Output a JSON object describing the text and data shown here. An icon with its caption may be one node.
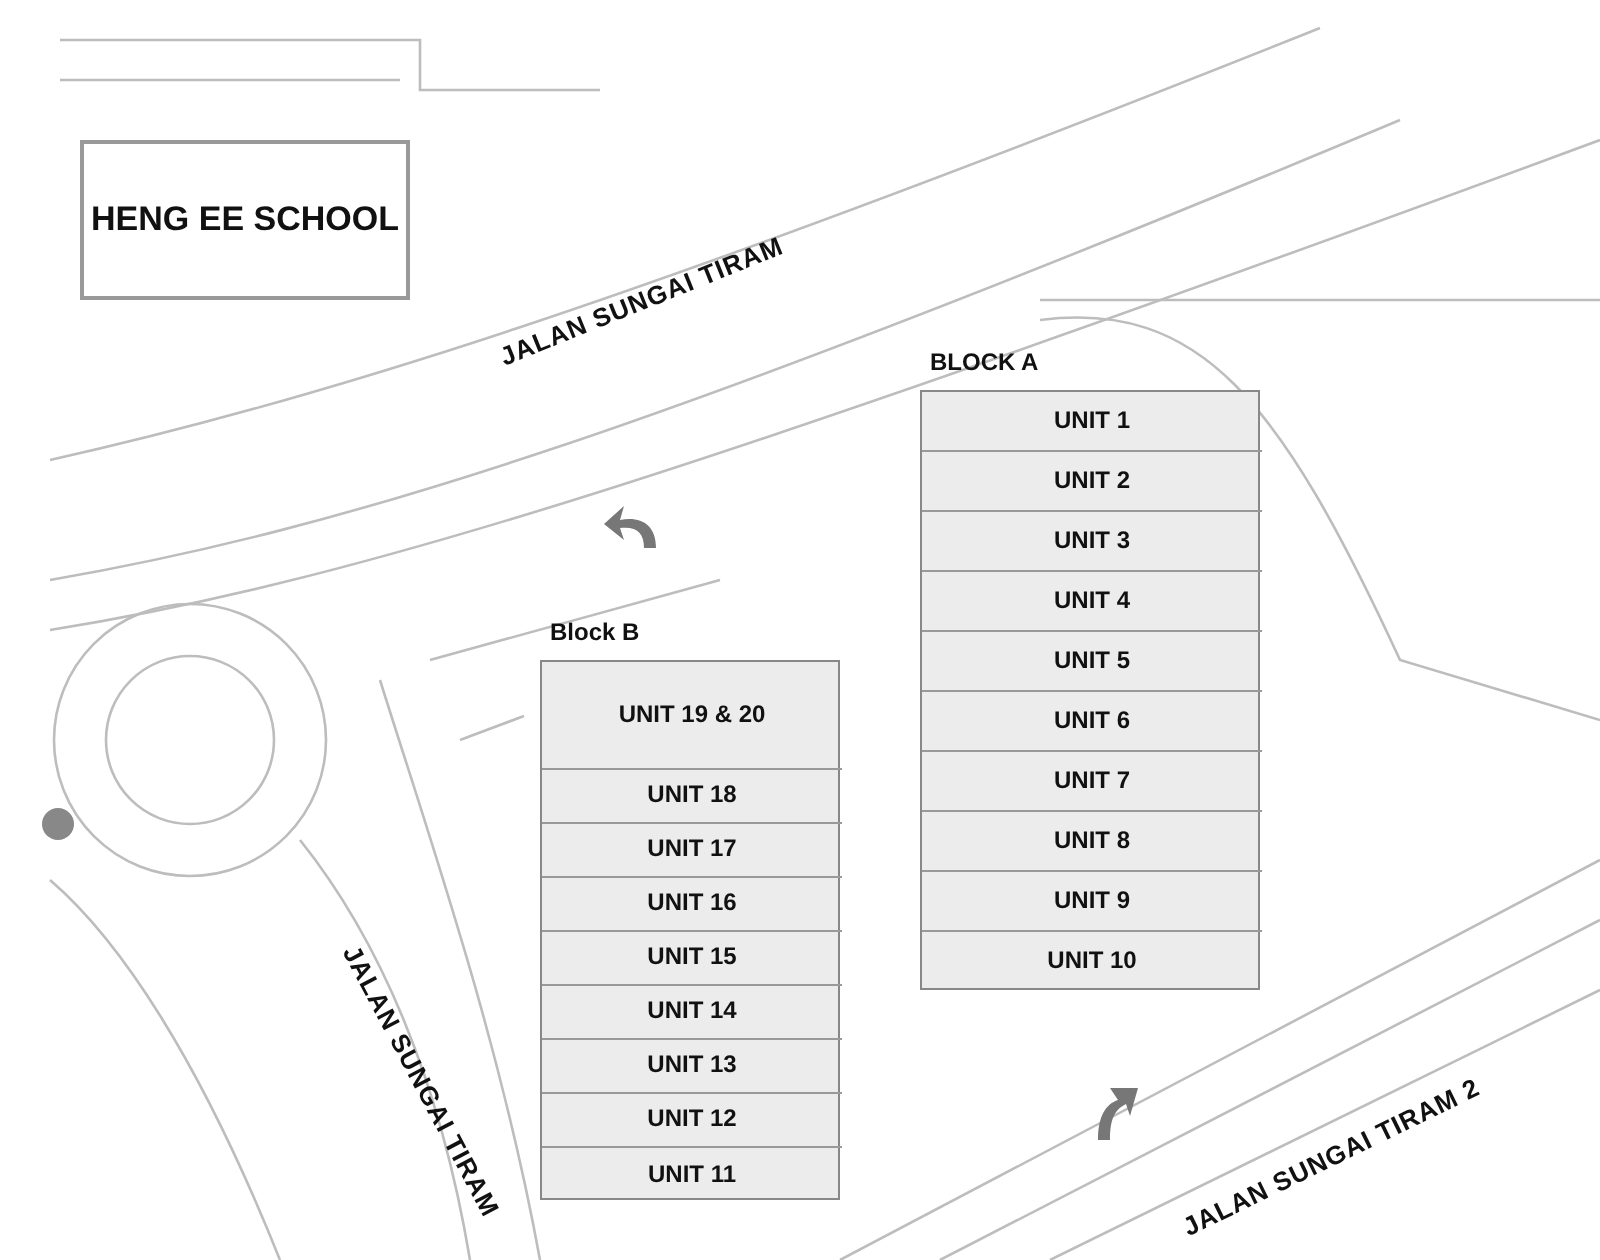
{
  "diagram": {
    "nodes": [
      {
        "text": [
          "HENG EE SCHOOL"
        ]
      },
      {
        "text": [
          "BLOCK A"
        ]
      },
      {
        "text": [
          "UNIT 1"
        ],
        "in": 1
      },
      {
        "text": [
          "UNIT 2"
        ],
        "in": 1
      },
      {
        "text": [
          "UNIT 3"
        ],
        "in": 1
      },
      {
        "text": [
          "UNIT 4"
        ],
        "in": 1
      },
      {
        "text": [
          "UNIT 5"
        ],
        "in": 1
      },
      {
        "text": [
          "UNIT 6"
        ],
        "in": 1
      },
      {
        "text": [
          "UNIT 7"
        ],
        "in": 1
      },
      {
        "text": [
          "UNIT 8"
        ],
        "in": 1
      },
      {
        "text": [
          "UNIT 9"
        ],
        "in": 1
      },
      {
        "text": [
          "UNIT 10"
        ],
        "in": 1
      },
      {
        "text": [
          "Block B"
        ]
      },
      {
        "text": [
          "UNIT 19 & 20"
        ],
        "in": 12
      },
      {
        "text": [
          "UNIT 18"
        ],
        "in": 12
      },
      {
        "text": [
          "UNIT 17"
        ],
        "in": 12
      },
      {
        "text": [
          "UNIT 16"
        ],
        "in": 12
      },
      {
        "text": [
          "UNIT 15"
        ],
        "in": 12
      },
      {
        "text": [
          "UNIT 14"
        ],
        "in": 12
      },
      {
        "text": [
          "UNIT 13"
        ],
        "in": 12
      },
      {
        "text": [
          "UNIT 12"
        ],
        "in": 12
      },
      {
        "text": [
          "UNIT 11"
        ],
        "in": 12
      }
    ],
    "labels": [
      "JALAN SUNGAI TIRAM",
      "JALAN SUNGAI TIRAM",
      "JALAN SUNGAI TIRAM 2"
    ]
  }
}
